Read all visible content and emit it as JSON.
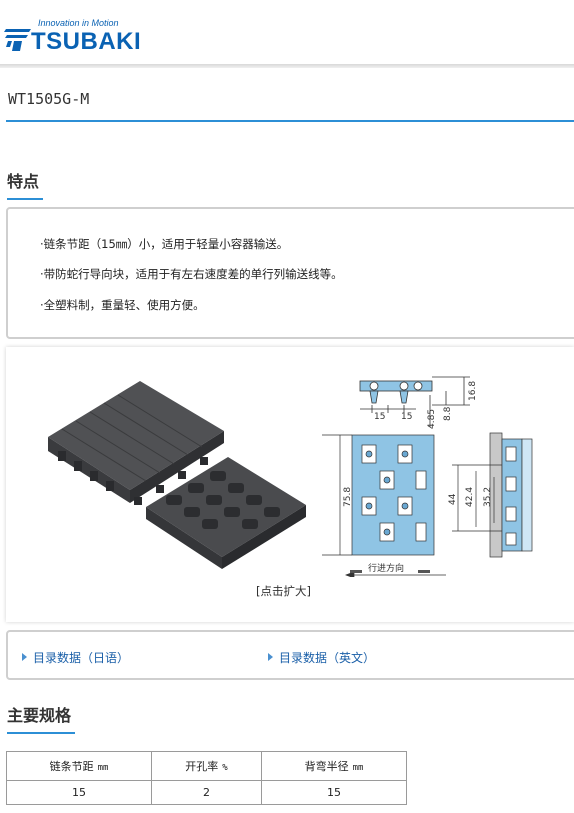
{
  "header": {
    "brand_tagline": "Innovation in Motion",
    "brand_name": "TSUBAKI",
    "brand_color": "#0a62b3"
  },
  "product": {
    "model": "WT1505G-M"
  },
  "features": {
    "title": "特点",
    "items": [
      "·链条节距（15㎜）小，适用于轻量小容器输送。",
      "·带防蛇行导向块，适用于有左右速度差的单行列输送线等。",
      "·全塑料制，重量轻、使用方便。"
    ]
  },
  "figure": {
    "caption": "[点击扩大]",
    "dimensions": {
      "pitch_a": "15",
      "pitch_b": "15",
      "height_total": "16.8",
      "height_b": "8.8",
      "height_c": "4.85",
      "width_total": "75.8",
      "width_b": "44",
      "width_c": "42.4",
      "width_d": "35.2"
    },
    "direction_label": "行进方向",
    "chain_color": "#8fc4e4"
  },
  "catalog_links": [
    {
      "label": "目录数据（日语）"
    },
    {
      "label": "目录数据（英文）"
    }
  ],
  "specs": {
    "title": "主要规格",
    "columns": [
      {
        "label": "链条节距",
        "unit": "mm"
      },
      {
        "label": "开孔率",
        "unit": "%"
      },
      {
        "label": "背弯半径",
        "unit": "mm"
      }
    ],
    "rows": [
      [
        "15",
        "2",
        "15"
      ]
    ]
  },
  "accent_color": "#2c8fd6"
}
